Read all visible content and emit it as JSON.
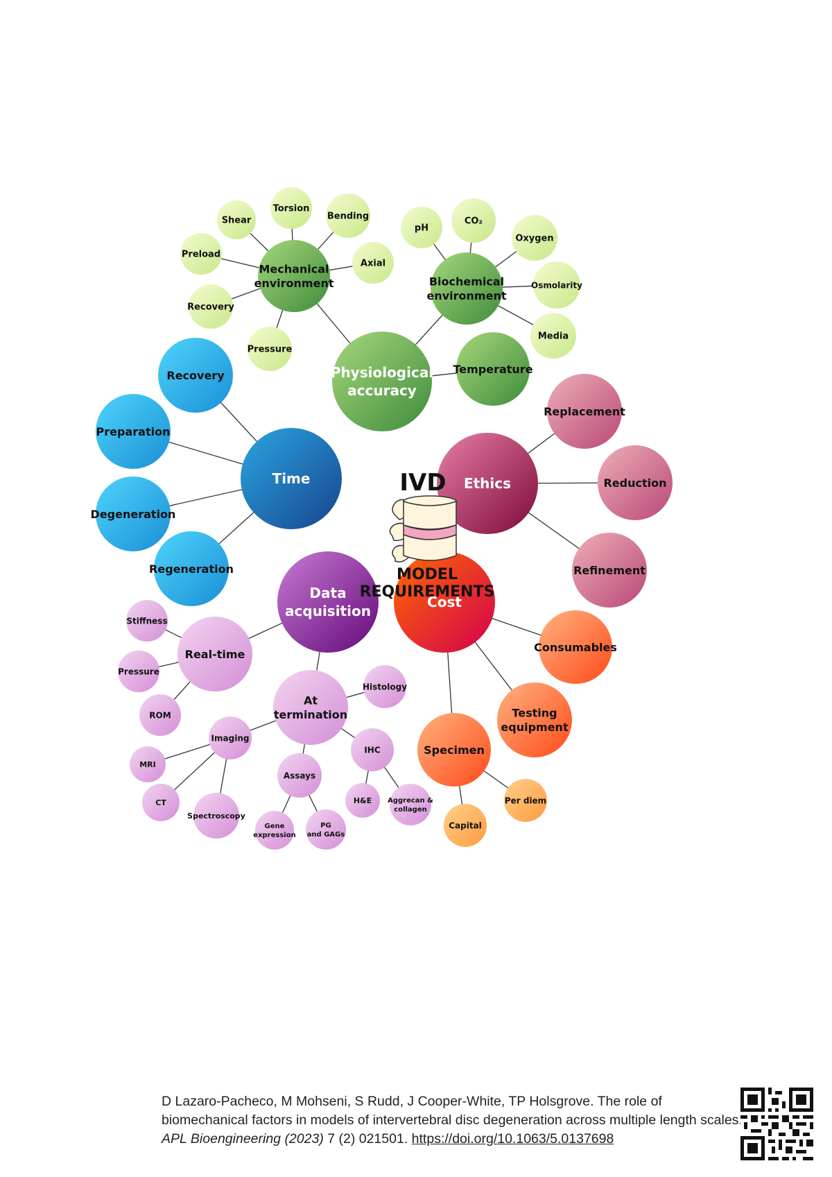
{
  "center": {
    "title": "IVD",
    "subtitle_line1": "MODEL",
    "subtitle_line2": "REQUIREMENTS",
    "icon": "spine-disc-icon"
  },
  "colors": {
    "green": [
      "#f3fbcf",
      "#c9e88a"
    ],
    "green_dark": [
      "#a6d77c",
      "#3f8c3c"
    ],
    "blue": [
      "#4fd4fb",
      "#1a8fd6"
    ],
    "blue_dark": [
      "#2aa6e0",
      "#17448e"
    ],
    "ethics_dark": [
      "#e67fa6",
      "#7d0a3a"
    ],
    "ethics": [
      "#edb0b4",
      "#b9477a"
    ],
    "purple_dark": [
      "#c77bd2",
      "#64097a"
    ],
    "purple": [
      "#f2d4f0",
      "#d48fd6"
    ],
    "orange_dark": [
      "#ff6a00",
      "#d3004f"
    ],
    "orange": [
      "#ffb380",
      "#ff4a1a"
    ],
    "orange_light": [
      "#ffd08a",
      "#ff9a40"
    ],
    "line": "#333333"
  },
  "nodes": [
    {
      "id": "physio",
      "label": [
        "Physiological",
        "accuracy"
      ],
      "palette": "green_dark",
      "text": "#ffffff"
    },
    {
      "id": "mech",
      "label": [
        "Mechanical",
        "environment"
      ],
      "palette": "green_dark",
      "text": "#111111"
    },
    {
      "id": "biochem",
      "label": [
        "Biochemical",
        "environment"
      ],
      "palette": "green_dark",
      "text": "#111111"
    },
    {
      "id": "temp",
      "label": [
        "Temperature"
      ],
      "palette": "green_dark",
      "text": "#111111"
    },
    {
      "id": "shear",
      "label": [
        "Shear"
      ],
      "palette": "green",
      "text": "#111111"
    },
    {
      "id": "torsion",
      "label": [
        "Torsion"
      ],
      "palette": "green",
      "text": "#111111"
    },
    {
      "id": "bending",
      "label": [
        "Bending"
      ],
      "palette": "green",
      "text": "#111111"
    },
    {
      "id": "preload",
      "label": [
        "Preload"
      ],
      "palette": "green",
      "text": "#111111"
    },
    {
      "id": "axial",
      "label": [
        "Axial"
      ],
      "palette": "green",
      "text": "#111111"
    },
    {
      "id": "recovery_m",
      "label": [
        "Recovery"
      ],
      "palette": "green",
      "text": "#111111"
    },
    {
      "id": "pressure_m",
      "label": [
        "Pressure"
      ],
      "palette": "green",
      "text": "#111111"
    },
    {
      "id": "ph",
      "label": [
        "pH"
      ],
      "palette": "green",
      "text": "#111111"
    },
    {
      "id": "co2",
      "label": [
        "CO₂"
      ],
      "palette": "green",
      "text": "#111111"
    },
    {
      "id": "oxygen",
      "label": [
        "Oxygen"
      ],
      "palette": "green",
      "text": "#111111"
    },
    {
      "id": "osmolarity",
      "label": [
        "Osmolarity"
      ],
      "palette": "green",
      "text": "#111111"
    },
    {
      "id": "media",
      "label": [
        "Media"
      ],
      "palette": "green",
      "text": "#111111"
    },
    {
      "id": "time",
      "label": [
        "Time"
      ],
      "palette": "blue_dark",
      "text": "#ffffff"
    },
    {
      "id": "recovery_t",
      "label": [
        "Recovery"
      ],
      "palette": "blue",
      "text": "#111111"
    },
    {
      "id": "preparation",
      "label": [
        "Preparation"
      ],
      "palette": "blue",
      "text": "#111111"
    },
    {
      "id": "degeneration",
      "label": [
        "Degeneration"
      ],
      "palette": "blue",
      "text": "#111111"
    },
    {
      "id": "regeneration",
      "label": [
        "Regeneration"
      ],
      "palette": "blue",
      "text": "#111111"
    },
    {
      "id": "ethics",
      "label": [
        "Ethics"
      ],
      "palette": "ethics_dark",
      "text": "#ffffff"
    },
    {
      "id": "replacement",
      "label": [
        "Replacement"
      ],
      "palette": "ethics",
      "text": "#111111"
    },
    {
      "id": "reduction",
      "label": [
        "Reduction"
      ],
      "palette": "ethics",
      "text": "#111111"
    },
    {
      "id": "refinement",
      "label": [
        "Refinement"
      ],
      "palette": "ethics",
      "text": "#111111"
    },
    {
      "id": "data",
      "label": [
        "Data",
        "acquisition"
      ],
      "palette": "purple_dark",
      "text": "#ffffff"
    },
    {
      "id": "realtime",
      "label": [
        "Real-time"
      ],
      "palette": "purple",
      "text": "#111111"
    },
    {
      "id": "stiffness",
      "label": [
        "Stiffness"
      ],
      "palette": "purple",
      "text": "#111111"
    },
    {
      "id": "pressure_d",
      "label": [
        "Pressure"
      ],
      "palette": "purple",
      "text": "#111111"
    },
    {
      "id": "rom",
      "label": [
        "ROM"
      ],
      "palette": "purple",
      "text": "#111111"
    },
    {
      "id": "attermination",
      "label": [
        "At",
        "termination"
      ],
      "palette": "purple",
      "text": "#111111"
    },
    {
      "id": "histology",
      "label": [
        "Histology"
      ],
      "palette": "purple",
      "text": "#111111"
    },
    {
      "id": "imaging",
      "label": [
        "Imaging"
      ],
      "palette": "purple",
      "text": "#111111"
    },
    {
      "id": "ihc",
      "label": [
        "IHC"
      ],
      "palette": "purple",
      "text": "#111111"
    },
    {
      "id": "mri",
      "label": [
        "MRI"
      ],
      "palette": "purple",
      "text": "#111111"
    },
    {
      "id": "ct",
      "label": [
        "CT"
      ],
      "palette": "purple",
      "text": "#111111"
    },
    {
      "id": "spectroscopy",
      "label": [
        "Spectroscopy"
      ],
      "palette": "purple",
      "text": "#111111"
    },
    {
      "id": "assays",
      "label": [
        "Assays"
      ],
      "palette": "purple",
      "text": "#111111"
    },
    {
      "id": "gene",
      "label": [
        "Gene",
        "expression"
      ],
      "palette": "purple",
      "text": "#111111"
    },
    {
      "id": "pg",
      "label": [
        "PG",
        "and GAGs"
      ],
      "palette": "purple",
      "text": "#111111"
    },
    {
      "id": "he",
      "label": [
        "H&E"
      ],
      "palette": "purple",
      "text": "#111111"
    },
    {
      "id": "aggrecan",
      "label": [
        "Aggrecan &",
        "collagen"
      ],
      "palette": "purple",
      "text": "#111111"
    },
    {
      "id": "cost",
      "label": [
        "Cost"
      ],
      "palette": "orange_dark",
      "text": "#ffffff"
    },
    {
      "id": "consumables",
      "label": [
        "Consumables"
      ],
      "palette": "orange",
      "text": "#111111"
    },
    {
      "id": "testing",
      "label": [
        "Testing",
        "equipment"
      ],
      "palette": "orange",
      "text": "#111111"
    },
    {
      "id": "specimen",
      "label": [
        "Specimen"
      ],
      "palette": "orange",
      "text": "#111111"
    },
    {
      "id": "perdiem",
      "label": [
        "Per diem"
      ],
      "palette": "orange_light",
      "text": "#111111"
    },
    {
      "id": "capital",
      "label": [
        "Capital"
      ],
      "palette": "orange_light",
      "text": "#111111"
    }
  ],
  "edges": [
    [
      "physio",
      "mech"
    ],
    [
      "physio",
      "biochem"
    ],
    [
      "physio",
      "temp"
    ],
    [
      "mech",
      "shear"
    ],
    [
      "mech",
      "torsion"
    ],
    [
      "mech",
      "bending"
    ],
    [
      "mech",
      "preload"
    ],
    [
      "mech",
      "axial"
    ],
    [
      "mech",
      "recovery_m"
    ],
    [
      "mech",
      "pressure_m"
    ],
    [
      "biochem",
      "ph"
    ],
    [
      "biochem",
      "co2"
    ],
    [
      "biochem",
      "oxygen"
    ],
    [
      "biochem",
      "osmolarity"
    ],
    [
      "biochem",
      "media"
    ],
    [
      "time",
      "recovery_t"
    ],
    [
      "time",
      "preparation"
    ],
    [
      "time",
      "degeneration"
    ],
    [
      "time",
      "regeneration"
    ],
    [
      "ethics",
      "replacement"
    ],
    [
      "ethics",
      "reduction"
    ],
    [
      "ethics",
      "refinement"
    ],
    [
      "data",
      "realtime"
    ],
    [
      "data",
      "attermination"
    ],
    [
      "realtime",
      "stiffness"
    ],
    [
      "realtime",
      "pressure_d"
    ],
    [
      "realtime",
      "rom"
    ],
    [
      "attermination",
      "histology"
    ],
    [
      "attermination",
      "imaging"
    ],
    [
      "attermination",
      "ihc"
    ],
    [
      "attermination",
      "assays"
    ],
    [
      "imaging",
      "mri"
    ],
    [
      "imaging",
      "ct"
    ],
    [
      "imaging",
      "spectroscopy"
    ],
    [
      "assays",
      "gene"
    ],
    [
      "assays",
      "pg"
    ],
    [
      "ihc",
      "he"
    ],
    [
      "ihc",
      "aggrecan"
    ],
    [
      "cost",
      "consumables"
    ],
    [
      "cost",
      "testing"
    ],
    [
      "cost",
      "specimen"
    ],
    [
      "specimen",
      "perdiem"
    ],
    [
      "specimen",
      "capital"
    ]
  ],
  "citation": {
    "authors": "D Lazaro-Pacheco, M Mohseni, S Rudd, J Cooper-White, TP Holsgrove. The role of biomechanical factors in models of intervertebral disc degeneration across multiple length scales.",
    "journal": "APL Bioengineering (2023)",
    "volume": "7 (2) 021501.",
    "doi": "https://doi.org/10.1063/5.0137698",
    "qr_icon": "qr-code-icon"
  }
}
